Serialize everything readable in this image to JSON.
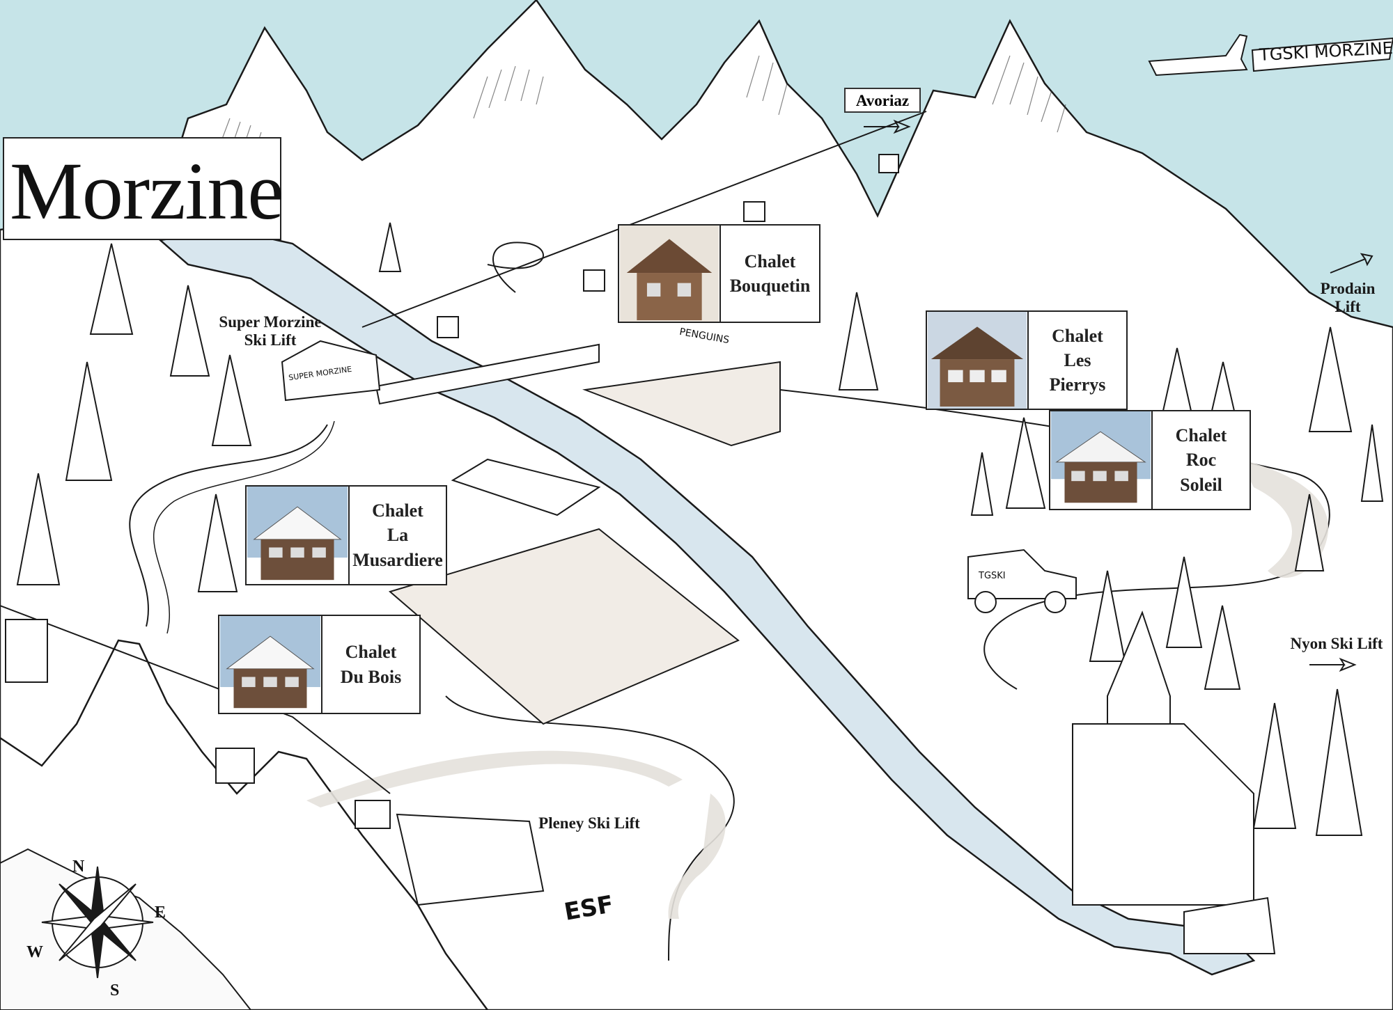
{
  "map": {
    "title": "Morzine",
    "banner_text": "TGSKI MORZINE",
    "avoriaz_label": "Avoriaz",
    "lifts": {
      "super_morzine": "Super Morzine\nSki Lift",
      "prodain": "Prodain\nLift",
      "nyon": "Nyon Ski Lift",
      "pleney": "Pleney Ski Lift"
    },
    "signs": {
      "super_morzine_hut": "SUPER MORZINE",
      "penguins": "PENGUINS",
      "esf": "ESF",
      "jeep": "TGSKI"
    },
    "chalets": [
      {
        "name": "Chalet\nBouquetin"
      },
      {
        "name": "Chalet\nLes\nPierrys"
      },
      {
        "name": "Chalet\nRoc\nSoleil"
      },
      {
        "name": "Chalet\nLa\nMusardiere"
      },
      {
        "name": "Chalet\nDu Bois"
      }
    ],
    "compass": {
      "n": "N",
      "e": "E",
      "s": "S",
      "w": "W"
    },
    "colors": {
      "sky": "#c6e4e8",
      "river": "#d8e6ee",
      "path": "#e4e1db",
      "ink": "#1a1a1a",
      "snow": "#ffffff"
    }
  }
}
